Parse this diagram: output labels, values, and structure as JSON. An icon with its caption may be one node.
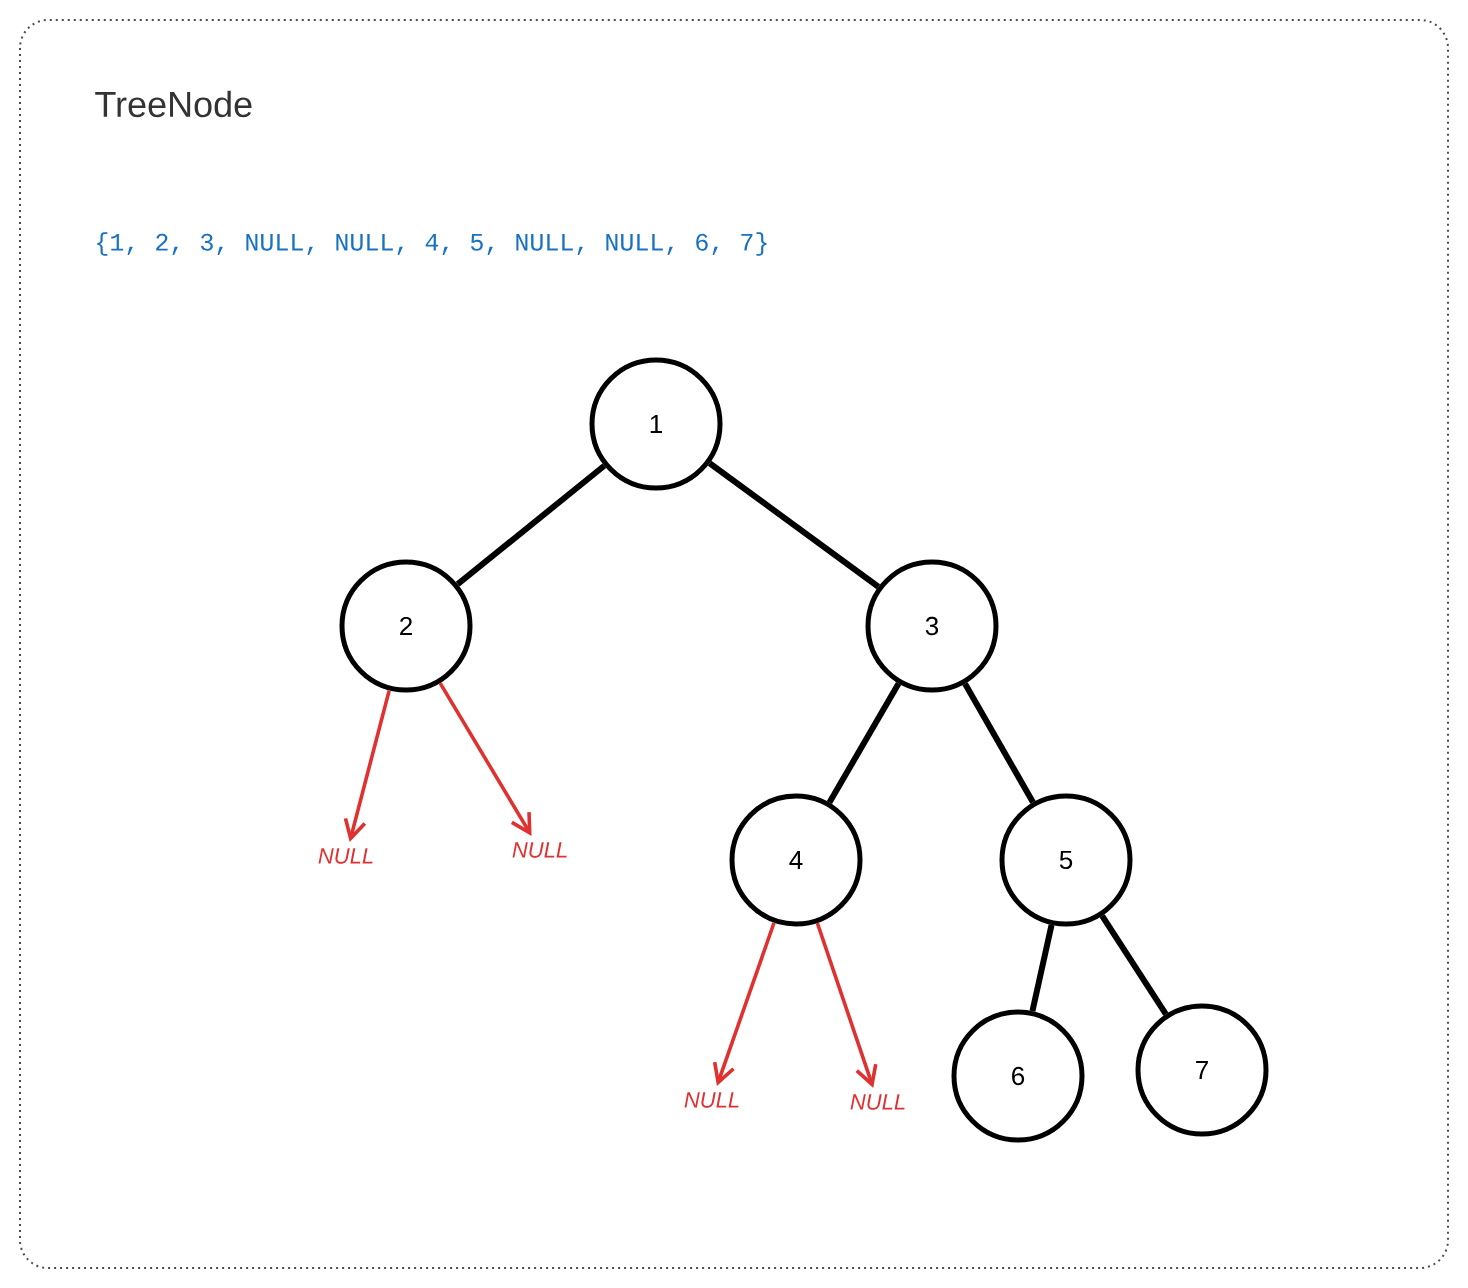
{
  "diagram": {
    "title": "TreeNode",
    "nodes": [
      {
        "text": [
          "1"
        ]
      },
      {
        "text": [
          "2"
        ]
      },
      {
        "text": [
          "3"
        ]
      },
      {
        "text": [
          "NULL"
        ]
      },
      {
        "text": [
          "NULL"
        ]
      },
      {
        "text": [
          "4"
        ]
      },
      {
        "text": [
          "5"
        ]
      },
      {
        "text": [
          "NULL"
        ]
      },
      {
        "text": [
          "NULL"
        ]
      },
      {
        "text": [
          "6"
        ]
      },
      {
        "text": [
          "7"
        ]
      }
    ],
    "edges": [
      {
        "from": 0,
        "to": 1,
        "arrow": "none"
      },
      {
        "from": 0,
        "to": 2,
        "arrow": "none"
      },
      {
        "from": 1,
        "to": 3,
        "arrow": "to",
        "color": "#e03131"
      },
      {
        "from": 1,
        "to": 4,
        "arrow": "to",
        "color": "#e03131"
      },
      {
        "from": 2,
        "to": 5,
        "arrow": "none"
      },
      {
        "from": 2,
        "to": 6,
        "arrow": "none"
      },
      {
        "from": 5,
        "to": 7,
        "arrow": "to",
        "color": "#e03131"
      },
      {
        "from": 5,
        "to": 8,
        "arrow": "to",
        "color": "#e03131"
      },
      {
        "from": 6,
        "to": 9,
        "arrow": "none"
      },
      {
        "from": 6,
        "to": 10,
        "arrow": "none"
      }
    ],
    "labels": [
      "{1, 2, 3, NULL, NULL, 4, 5, NULL, NULL, 6, 7}"
    ]
  }
}
